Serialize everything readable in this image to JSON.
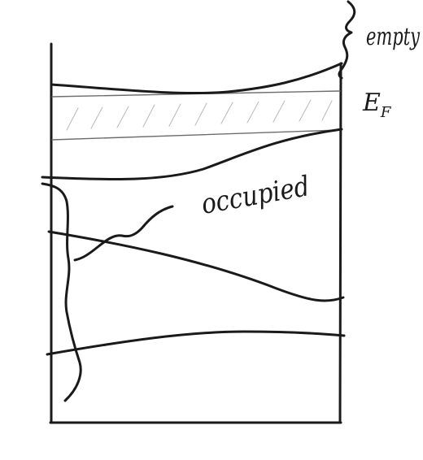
{
  "labels": {
    "empty": "empty",
    "fermi": "E",
    "fermi_sub": "F",
    "occupied": "occupied"
  },
  "colors": {
    "ink": "#1a1a1a",
    "hatch": "#b8b8b8",
    "band_edge": "#6d6d6d",
    "background": "#ffffff"
  }
}
